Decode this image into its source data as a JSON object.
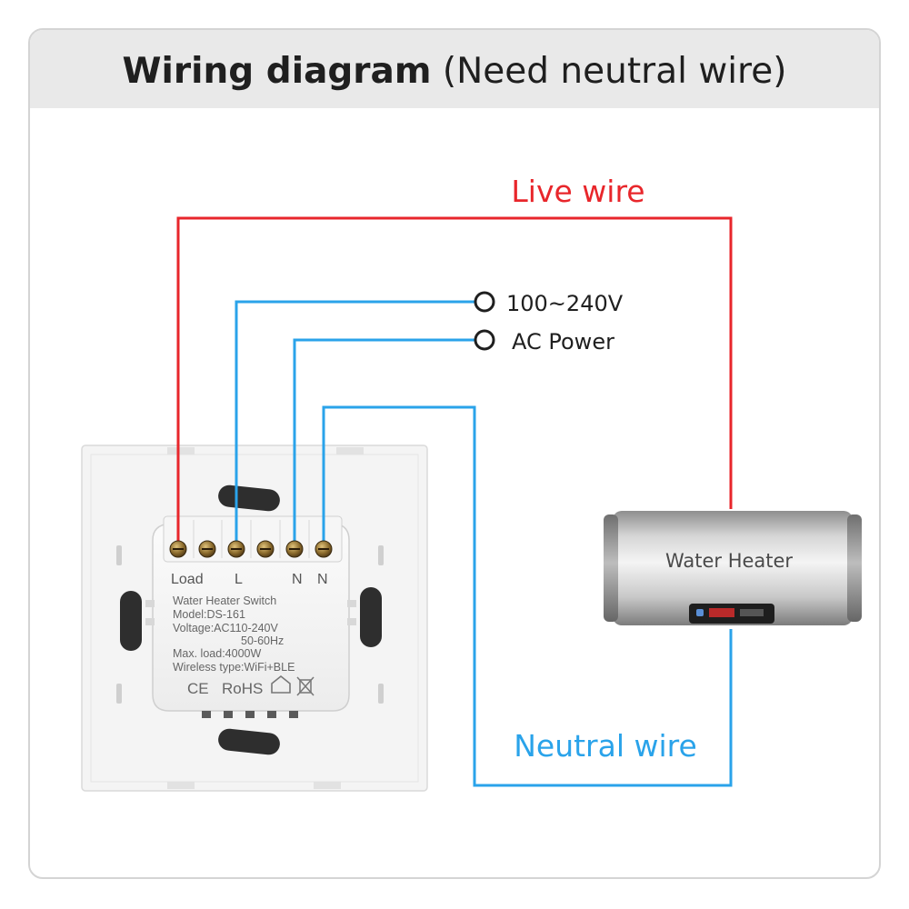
{
  "header": {
    "title_bold": "Wiring diagram",
    "title_rest": "(Need neutral wire)"
  },
  "labels": {
    "live_wire": "Live wire",
    "neutral_wire": "Neutral wire",
    "power_voltage": "100~240V",
    "power_ac": "AC Power"
  },
  "switch": {
    "terminals": [
      "Load",
      "L",
      "N",
      "N"
    ],
    "lines": [
      "Water Heater Switch",
      "Model:DS-161",
      "Voltage:AC110-240V",
      "50-60Hz",
      "Max. load:4000W",
      "Wireless type:WiFi+BLE"
    ],
    "cert_ce": "CE",
    "cert_rohs": "RoHS"
  },
  "heater": {
    "label": "Water Heater"
  },
  "colors": {
    "live": "#e8262b",
    "neutral": "#2aa3ea",
    "header_bg": "#e9e9e9"
  }
}
